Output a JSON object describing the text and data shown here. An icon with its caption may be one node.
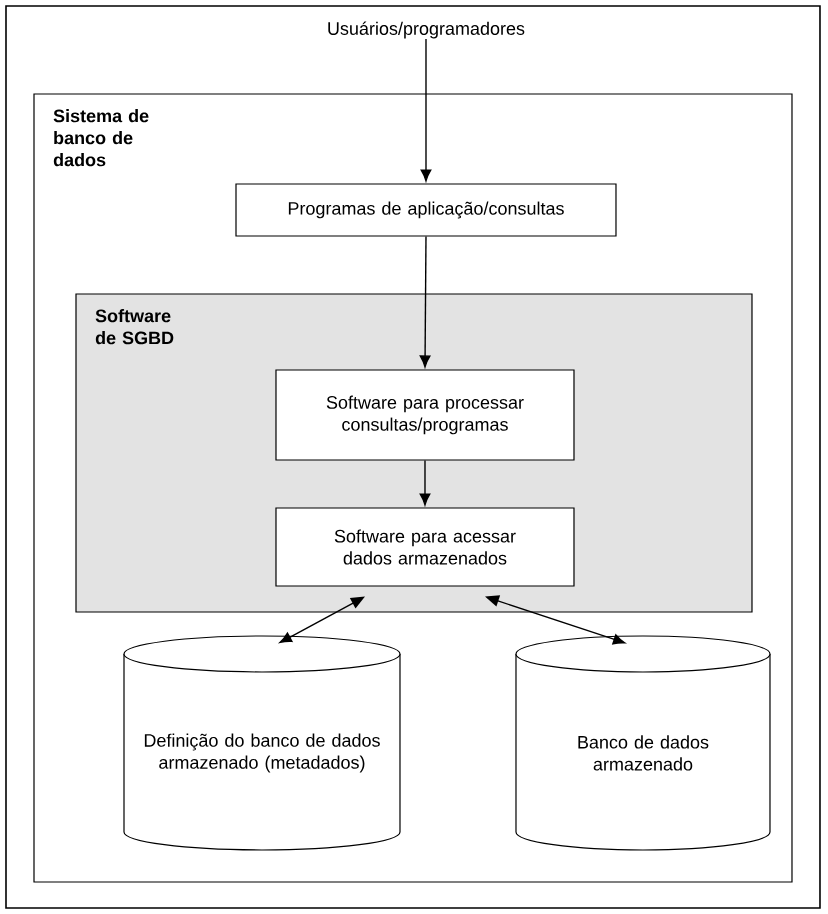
{
  "diagram": {
    "nodes": [
      {
        "text": [
          "Usuários/programadores"
        ]
      },
      {
        "text": [
          "Sistema de banco de dados"
        ]
      },
      {
        "text": [
          "Programas de aplicação/consultas"
        ],
        "in": 1
      },
      {
        "text": [
          "Software de SGBD"
        ],
        "in": 1
      },
      {
        "text": [
          "Software para processar consultas/programas"
        ],
        "in": 3
      },
      {
        "text": [
          "Software para acessar dados armazenados"
        ],
        "in": 3
      },
      {
        "text": [
          "Definição do banco de dados armazenado (metadados)"
        ],
        "in": 1
      },
      {
        "text": [
          "Banco de dados armazenado"
        ],
        "in": 1
      }
    ],
    "edges": [
      {
        "from": 0,
        "to": 2,
        "arrow": "to"
      },
      {
        "from": 2,
        "to": 4,
        "arrow": "to"
      },
      {
        "from": 4,
        "to": 5,
        "arrow": "to"
      },
      {
        "from": 5,
        "to": 6,
        "arrow": "both"
      },
      {
        "from": 5,
        "to": 7,
        "arrow": "both"
      }
    ]
  }
}
